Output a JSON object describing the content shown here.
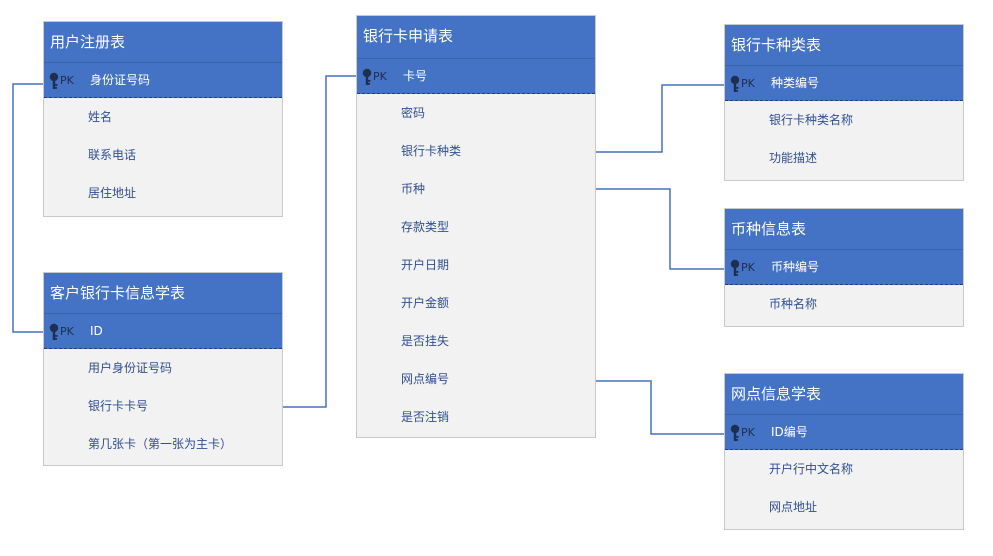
{
  "tables": {
    "user": {
      "title": "用户注册表",
      "pk_tag": "PK",
      "pk": "身份证号码",
      "fields": [
        "姓名",
        "联系电话",
        "居住地址"
      ]
    },
    "customer_card": {
      "title": "客户银行卡信息学表",
      "pk_tag": "PK",
      "pk": "ID",
      "fields": [
        "用户身份证号码",
        "银行卡卡号",
        "第几张卡（第一张为主卡）"
      ]
    },
    "card_apply": {
      "title": "银行卡申请表",
      "pk_tag": "PK",
      "pk": "卡号",
      "fields": [
        "密码",
        "银行卡种类",
        "币种",
        "存款类型",
        "开户日期",
        "开户金额",
        "是否挂失",
        "网点编号",
        "是否注销"
      ]
    },
    "card_type": {
      "title": "银行卡种类表",
      "pk_tag": "PK",
      "pk": "种类编号",
      "fields": [
        "银行卡种类名称",
        "功能描述"
      ]
    },
    "currency": {
      "title": "币种信息表",
      "pk_tag": "PK",
      "pk": "币种编号",
      "fields": [
        "币种名称"
      ]
    },
    "branch": {
      "title": "网点信息学表",
      "pk_tag": "PK",
      "pk": "ID编号",
      "fields": [
        "开户行中文名称",
        "网点地址"
      ]
    }
  },
  "colors": {
    "header": "#4472c4",
    "body": "#f2f2f2",
    "field_text": "#2f4f8f",
    "connector": "#4472c4"
  }
}
